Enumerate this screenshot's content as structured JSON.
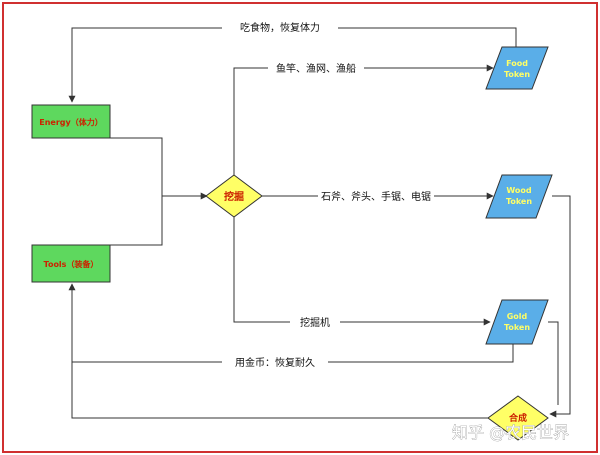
{
  "nodes": {
    "energy": {
      "label": "Energy（体力）",
      "fill": "#5ed85e",
      "text_color": "#cc2200"
    },
    "tools": {
      "label": "Tools（装备）",
      "fill": "#5ed85e",
      "text_color": "#cc2200"
    },
    "dig": {
      "label": "挖掘",
      "fill": "#ffff66",
      "text_color": "#cc2200"
    },
    "food": {
      "line1": "Food",
      "line2": "Token",
      "fill": "#5aaee8",
      "text_color": "#ffff66"
    },
    "wood": {
      "line1": "Wood",
      "line2": "Token",
      "fill": "#5aaee8",
      "text_color": "#ffff66"
    },
    "gold": {
      "line1": "Gold",
      "line2": "Token",
      "fill": "#5aaee8",
      "text_color": "#ffff66"
    },
    "synth": {
      "label": "合成",
      "fill": "#ffff66",
      "text_color": "#cc2200"
    }
  },
  "edges": {
    "eat": "吃食物，恢复体力",
    "fishing": "鱼竿、渔网、渔船",
    "chopping": "石斧、斧头、手锯、电锯",
    "mining": "挖掘机",
    "repair": "用金币：恢复耐久"
  },
  "watermark": "知乎 @农民世界",
  "colors": {
    "frame": "#d03030",
    "line": "#333333"
  }
}
